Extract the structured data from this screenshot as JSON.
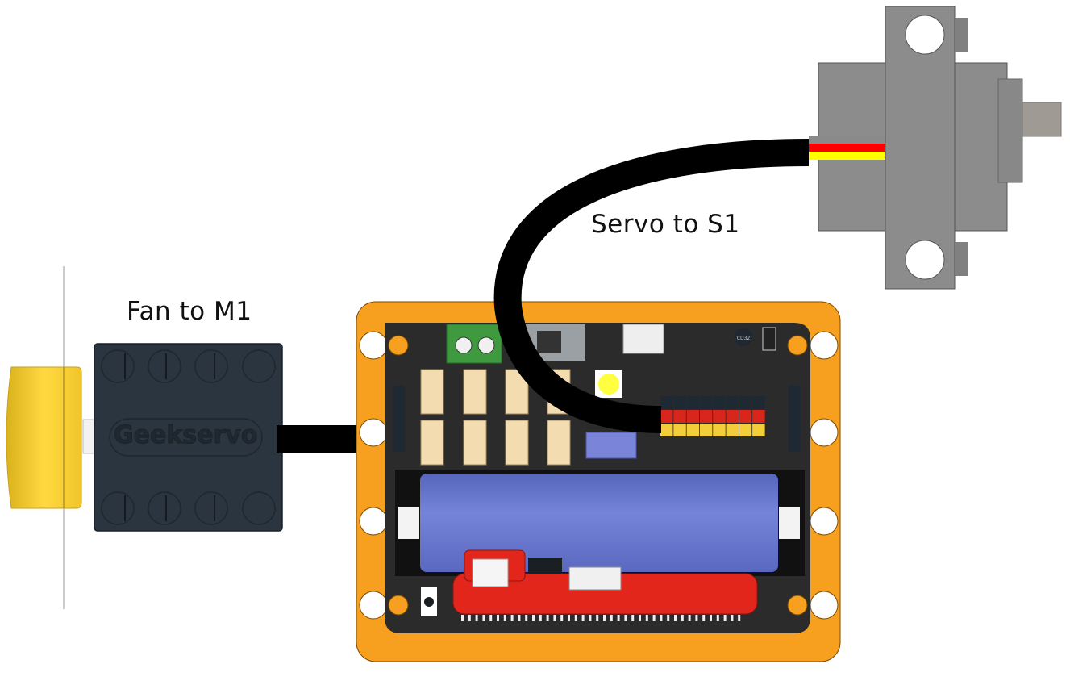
{
  "labels": {
    "fan": "Fan to M1",
    "servo": "Servo to S1"
  },
  "fan_motor": {
    "brand_text": "Geekservo"
  },
  "servo_wire_colors": [
    "#8a8a8a",
    "#ff0000",
    "#ffff00"
  ],
  "pin_header_rows": {
    "signal_color": "#1f2933",
    "power_color": "#d9261c",
    "ground_color": "#f2cf3a",
    "columns": 8
  },
  "board": {
    "frame_color": "#f7a01f",
    "pcb_color": "#2b2b2b",
    "battery_color": "#6f7fd4",
    "expansion_color": "#e3261b",
    "inductor_text": "CD32"
  },
  "colors": {
    "fan_blade": "#f5cf2c",
    "motor_body": "#2a3540",
    "servo_body": "#8c8c8c",
    "cable": "#000000"
  }
}
